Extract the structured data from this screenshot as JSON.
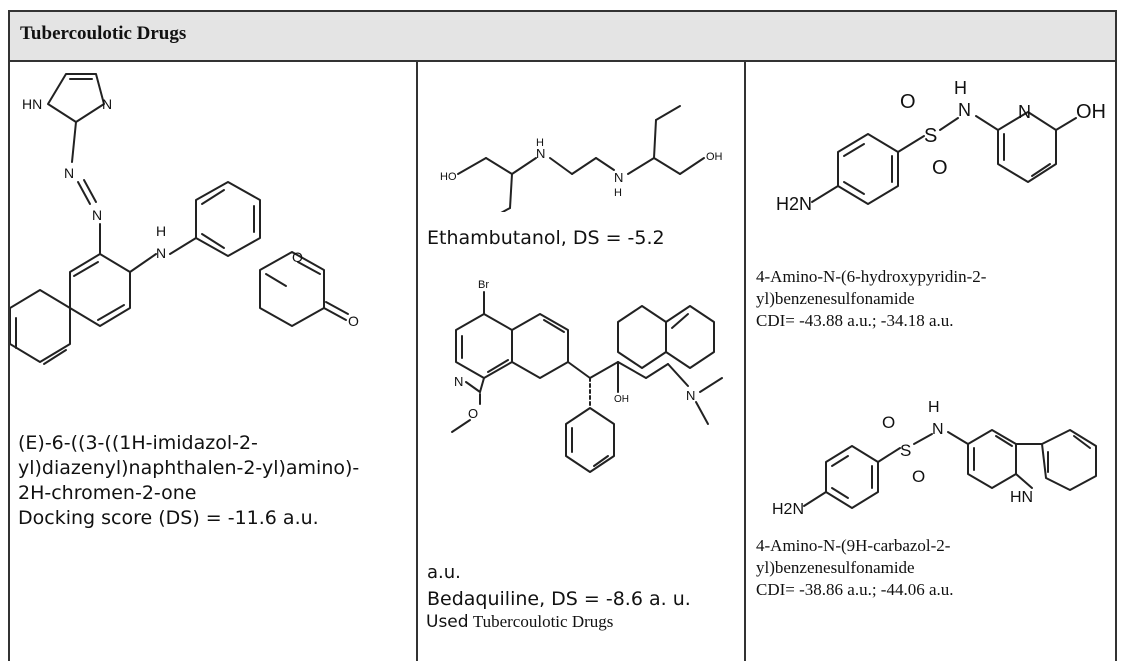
{
  "table": {
    "title": "Tubercoulotic Drugs"
  },
  "column1": {
    "caption_lines": [
      "(E)-6-((3-((1H-imidazol-2-",
      "yl)diazenyl)naphthalen-2-yl)amino)-",
      "2H-chromen-2-one",
      "Docking score (DS) = -11.6 a.u."
    ],
    "atom_labels": {
      "hn": "HN",
      "n_imidazole": "N",
      "n_azo_1": "N",
      "n_azo_2": "N",
      "n_amine": "N",
      "h_amine": "H",
      "o_ring": "O",
      "o_carbonyl": "O"
    }
  },
  "column2": {
    "ethambutanol_caption": "Ethambutanol, DS = -5.2",
    "au_line": "a.u.",
    "bedaquiline_caption": "Bedaquiline, DS = -8.6 a. u.",
    "used_prefix": "Used",
    "used_suffix": "Tubercoulotic Drugs",
    "ethambutanol_labels": {
      "ho": "HO",
      "oh": "OH",
      "nh_1": "N",
      "h_1": "H",
      "nh_2": "N",
      "h_2": "H"
    },
    "bedaquiline_labels": {
      "br": "Br",
      "n_ring": "N",
      "o_methoxy": "O",
      "oh": "OH",
      "n_dimethyl": "N"
    }
  },
  "column3": {
    "compound1_caption_lines": [
      "4-Amino-N-(6-hydroxypyridin-2-",
      "yl)benzenesulfonamide",
      "CDI= -43.88 a.u.; -34.18 a.u."
    ],
    "compound2_caption_lines": [
      "4-Amino-N-(9H-carbazol-2-",
      "yl)benzenesulfonamide",
      " CDI= -38.86  a.u.; -44.06 a.u."
    ],
    "compound1_labels": {
      "o_top": "O",
      "s": "S",
      "o_bottom": "O",
      "h": "H",
      "n_sulf": "N",
      "n_ring": "N",
      "oh": "OH",
      "h2n": "H2N"
    },
    "compound2_labels": {
      "o_top": "O",
      "s": "S",
      "o_bottom": "O",
      "h": "H",
      "n_sulf": "N",
      "hn": "HN",
      "h2n": "H2N"
    }
  }
}
